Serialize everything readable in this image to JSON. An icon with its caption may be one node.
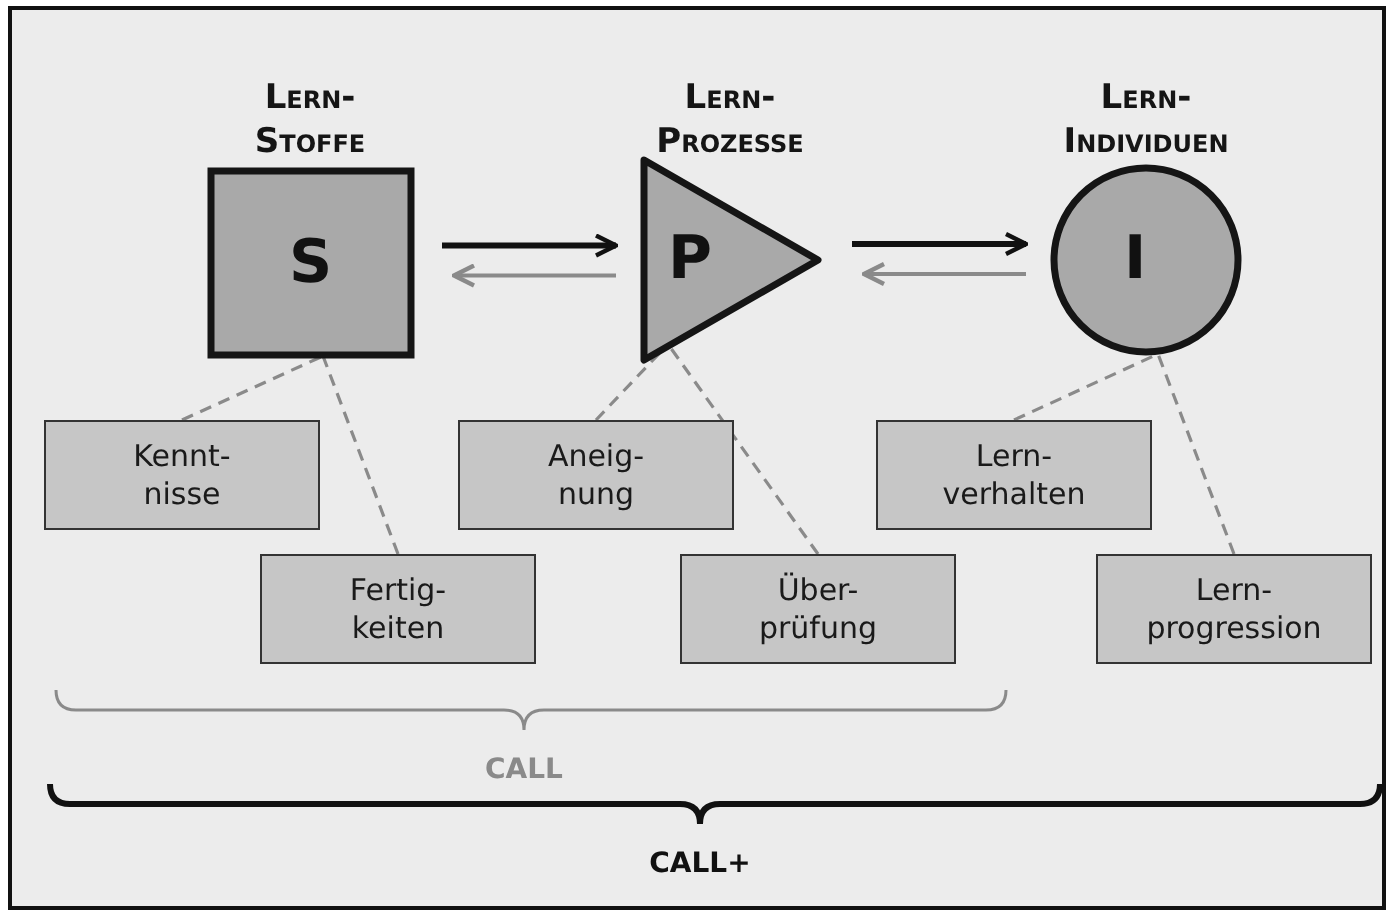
{
  "diagram": {
    "nodes": [
      {
        "text": [
          "Lern- Stoffe",
          "S"
        ]
      },
      {
        "text": [
          "Lern- Prozesse",
          "P"
        ]
      },
      {
        "text": [
          "Lern- Individuen",
          "I"
        ]
      },
      {
        "text": [
          "Kennt- nisse"
        ]
      },
      {
        "text": [
          "Fertig- keiten"
        ]
      },
      {
        "text": [
          "Aneig- nung"
        ]
      },
      {
        "text": [
          "Über- prüfung"
        ]
      },
      {
        "text": [
          "Lern- verhalten"
        ]
      },
      {
        "text": [
          "Lern- progression"
        ]
      }
    ],
    "edges": [
      {
        "from": 0,
        "to": 1,
        "arrow": "to",
        "color": "#111111"
      },
      {
        "from": 1,
        "to": 0,
        "arrow": "to"
      },
      {
        "from": 1,
        "to": 2,
        "arrow": "to",
        "color": "#111111"
      },
      {
        "from": 2,
        "to": 1,
        "arrow": "to"
      },
      {
        "from": 3,
        "to": 0,
        "arrow": "none",
        "style": "dashed"
      },
      {
        "from": 4,
        "to": 0,
        "arrow": "none",
        "style": "dashed"
      },
      {
        "from": 5,
        "to": 1,
        "arrow": "none",
        "style": "dashed"
      },
      {
        "from": 6,
        "to": 1,
        "arrow": "none",
        "style": "dashed"
      },
      {
        "from": 7,
        "to": 2,
        "arrow": "none",
        "style": "dashed"
      },
      {
        "from": 8,
        "to": 2,
        "arrow": "none",
        "style": "dashed"
      }
    ],
    "labels": [
      "CALL",
      "CALL+"
    ]
  }
}
